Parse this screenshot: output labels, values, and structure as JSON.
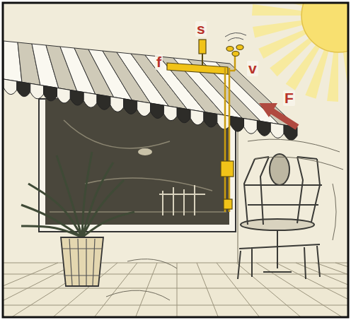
{
  "diagram": {
    "labels": [
      "s",
      "f",
      "v",
      "F"
    ]
  }
}
